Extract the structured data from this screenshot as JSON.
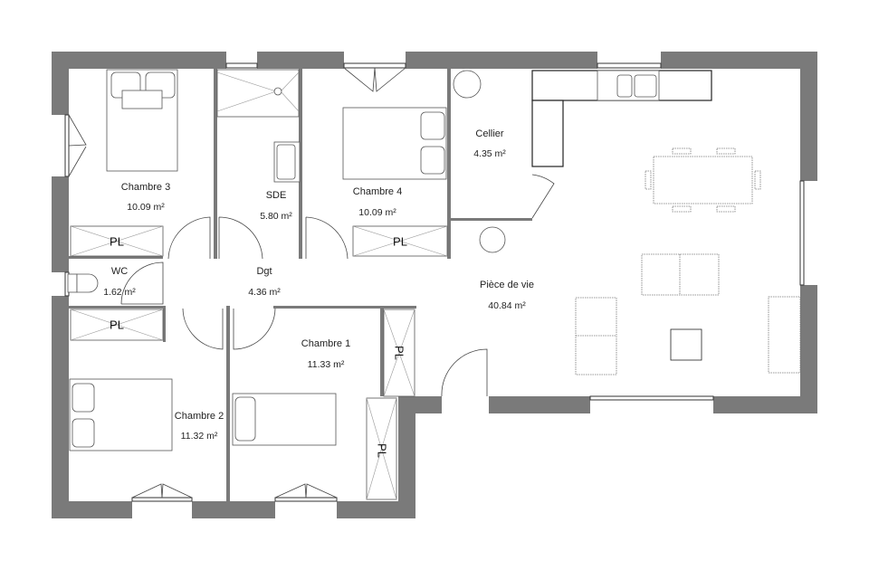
{
  "plan": {
    "wall_color": "#7a7a7a",
    "rooms": [
      {
        "name": "Chambre 3",
        "area": "10.09 m²"
      },
      {
        "name": "SDE",
        "area": "5.80 m²"
      },
      {
        "name": "Chambre 4",
        "area": "10.09 m²"
      },
      {
        "name": "Cellier",
        "area": "4.35 m²"
      },
      {
        "name": "WC",
        "area": "1.62 m²"
      },
      {
        "name": "Dgt",
        "area": "4.36 m²"
      },
      {
        "name": "Pièce de vie",
        "area": "40.84 m²"
      },
      {
        "name": "Chambre 1",
        "area": "11.33 m²"
      },
      {
        "name": "Chambre 2",
        "area": "11.32 m²"
      }
    ],
    "closets": [
      {
        "label": "PL"
      },
      {
        "label": "PL"
      },
      {
        "label": "PL"
      },
      {
        "label": "PL"
      },
      {
        "label": "PL"
      }
    ]
  }
}
